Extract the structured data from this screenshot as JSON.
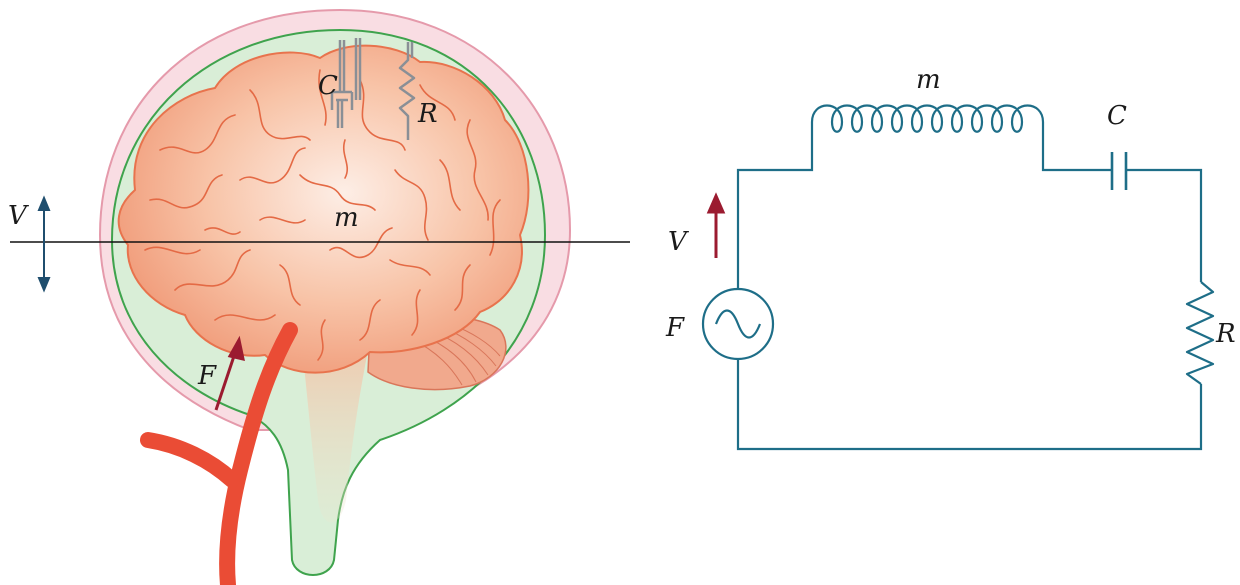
{
  "labels": {
    "brain": {
      "C": "C",
      "R": "R",
      "m": "m",
      "V": "V",
      "F": "F"
    },
    "circuit": {
      "m": "m",
      "C": "C",
      "R": "R",
      "V": "V",
      "F": "F"
    }
  },
  "colors": {
    "skull_outer": "#f9dde3",
    "skull_outer_stroke": "#e59aab",
    "csf_fill": "#d9eed7",
    "csf_stroke": "#3fa34d",
    "brain_fill": "#f7b08f",
    "brain_stroke": "#e8734d",
    "brain_fold": "#e46a45",
    "cerebellum": "#f1a98d",
    "artery": "#ea4c35",
    "arrow_red": "#9b1b30",
    "arrow_blue": "#1f4e6e",
    "circuit": "#1e6e88",
    "ground_line": "#111111",
    "mech_element": "#8a8f96"
  },
  "icons": {
    "source": "ac-source-icon",
    "inductor": "inductor-icon",
    "capacitor": "capacitor-icon",
    "resistor": "resistor-icon",
    "damper": "dashpot-icon",
    "spring": "spring-icon"
  }
}
